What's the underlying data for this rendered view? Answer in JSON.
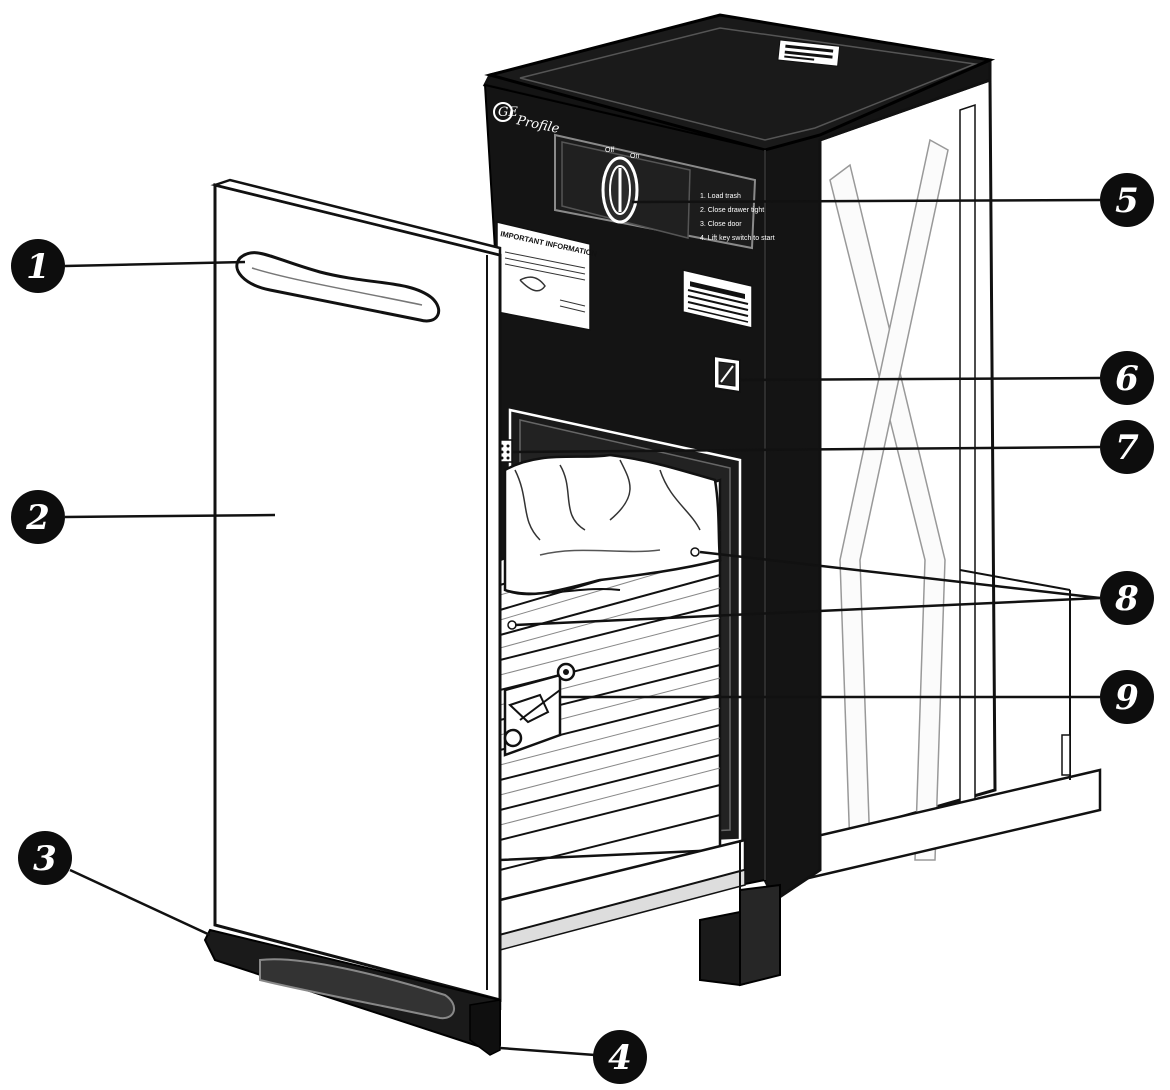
{
  "brand": {
    "logo": "GE",
    "model": "Profile"
  },
  "panel": {
    "knob_labels": [
      "Off",
      "On"
    ],
    "instructions": [
      "1. Load trash",
      "2. Close drawer tight",
      "3. Close door",
      "4. Lift key switch to start"
    ]
  },
  "warning_label": {
    "title": "IMPORTANT INFORMATION"
  },
  "callouts": [
    {
      "number": "1"
    },
    {
      "number": "2"
    },
    {
      "number": "3"
    },
    {
      "number": "4"
    },
    {
      "number": "5"
    },
    {
      "number": "6"
    },
    {
      "number": "7"
    },
    {
      "number": "8"
    },
    {
      "number": "9"
    }
  ],
  "colors": {
    "body": "#141414",
    "outline": "#111111",
    "door": "#ffffff",
    "callout_fill": "#0d0d0d"
  }
}
